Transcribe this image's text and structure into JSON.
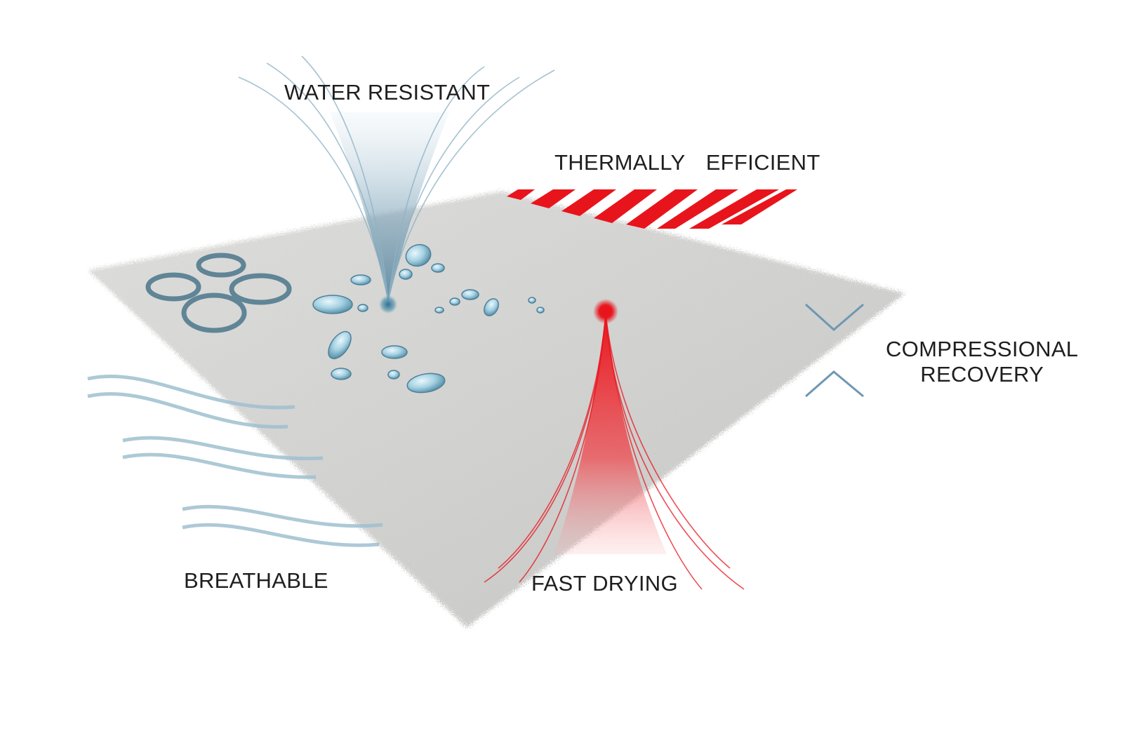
{
  "labels": {
    "water_resistant": "WATER RESISTANT",
    "thermally_efficient": "THERMALLY  EFFICIENT",
    "compressional_line1": "COMPRESSIONAL",
    "compressional_line2": "RECOVERY",
    "breathable": "BREATHABLE",
    "fast_drying": "FAST DRYING"
  },
  "icons": [
    "fabric-pad-illustration",
    "water-funnel-icon",
    "water-droplets-icon",
    "breathable-rings-icon",
    "air-flow-lines-icon",
    "thermal-stripes-icon",
    "fast-drying-funnel-icon",
    "compression-chevrons-icon"
  ],
  "colors": {
    "background": "#ffffff",
    "fabric": "#d4d4d4",
    "water_blue": "#5f8fa6",
    "droplet": "#a8d4e6",
    "thermal_red": "#e8141c",
    "text": "#1e1e1e"
  }
}
